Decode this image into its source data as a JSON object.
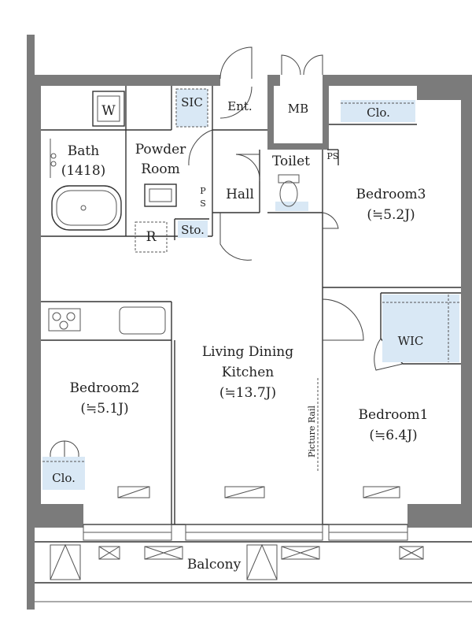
{
  "colors": {
    "wall": "#7b7b7b",
    "storage_fill": "#d9e8f5",
    "line": "#333333",
    "background": "#ffffff"
  },
  "rooms": {
    "bath": {
      "name": "Bath",
      "size": "(1418)"
    },
    "powder_room": {
      "line1": "Powder",
      "line2": "Room"
    },
    "sic": "SIC",
    "entrance": "Ent.",
    "mb": "MB",
    "closet_bedroom3": "Clo.",
    "toilet": "Toilet",
    "ps_top": "PS",
    "ps_mid": {
      "line1": "P",
      "line2": "S"
    },
    "hall": "Hall",
    "bedroom3": {
      "name": "Bedroom3",
      "size": "(≒5.2J)"
    },
    "refrigerator": "R",
    "storage": "Sto.",
    "washer": "W",
    "wic": "WIC",
    "ldk": {
      "line1": "Living Dining",
      "line2": "Kitchen",
      "size": "(≒13.7J)"
    },
    "bedroom2": {
      "name": "Bedroom2",
      "size": "(≒5.1J)"
    },
    "closet_bedroom2": "Clo.",
    "bedroom1": {
      "name": "Bedroom1",
      "size": "(≒6.4J)"
    },
    "picture_rail": "Picture Rail",
    "balcony": "Balcony"
  }
}
